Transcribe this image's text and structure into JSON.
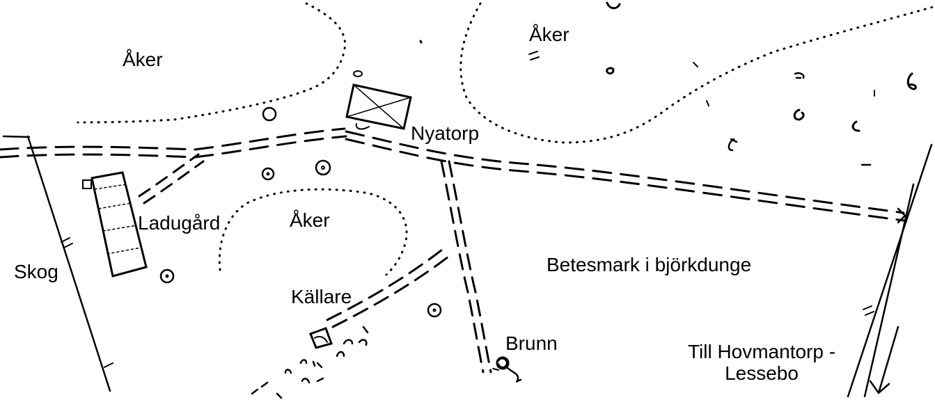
{
  "labels": {
    "aker_north_west": "Åker",
    "aker_north_east": "Åker",
    "aker_central": "Åker",
    "nyatorp": "Nyatorp",
    "ladugard": "Ladugård",
    "skog": "Skog",
    "kallare": "Källare",
    "betesmark": "Betesmark i björkdunge",
    "brunn": "Brunn",
    "till_line1": "Till Hovmantorp -",
    "till_line2": "Lessebo"
  },
  "style": {
    "ink": "#000000",
    "paper": "#ffffff"
  }
}
